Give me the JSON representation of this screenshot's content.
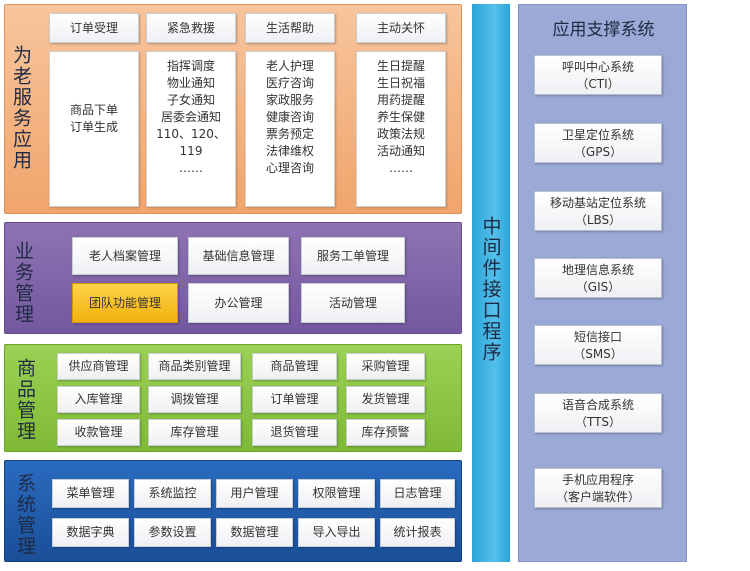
{
  "elderly_services": {
    "title": "为老服务应用",
    "columns": [
      {
        "header": "订单受理",
        "items": [
          "商品下单",
          "订单生成"
        ]
      },
      {
        "header": "紧急救援",
        "items": [
          "指挥调度",
          "物业通知",
          "子女通知",
          "居委会通知",
          "110、120、",
          "119",
          "……"
        ]
      },
      {
        "header": "生活帮助",
        "items": [
          "老人护理",
          "医疗咨询",
          "家政服务",
          "健康咨询",
          "票务预定",
          "法律维权",
          "心理咨询"
        ]
      },
      {
        "header": "主动关怀",
        "items": [
          "生日提醒",
          "生日祝福",
          "用药提醒",
          "养生保健",
          "政策法规",
          "活动通知",
          "……"
        ]
      }
    ]
  },
  "business": {
    "title": "业务管理",
    "rows": [
      [
        "老人档案管理",
        "基础信息管理",
        "服务工单管理"
      ],
      [
        "团队功能管理",
        "办公管理",
        "活动管理"
      ]
    ]
  },
  "goods": {
    "title": "商品管理",
    "rows": [
      [
        "供应商管理",
        "商品类别管理",
        "商品管理",
        "采购管理"
      ],
      [
        "入库管理",
        "调拨管理",
        "订单管理",
        "发货管理"
      ],
      [
        "收款管理",
        "库存管理",
        "退货管理",
        "库存预警"
      ]
    ]
  },
  "system": {
    "title": "系统管理",
    "rows": [
      [
        "菜单管理",
        "系统监控",
        "用户管理",
        "权限管理",
        "日志管理"
      ],
      [
        "数据字典",
        "参数设置",
        "数据管理",
        "导入导出",
        "统计报表"
      ]
    ]
  },
  "middleware": {
    "title": "中间件接口程序"
  },
  "support": {
    "title": "应用支撑系统",
    "items": [
      {
        "name": "呼叫中心系统",
        "code": "（CTI）"
      },
      {
        "name": "卫星定位系统",
        "code": "（GPS）"
      },
      {
        "name": "移动基站定位系统",
        "code": "（LBS）"
      },
      {
        "name": "地理信息系统",
        "code": "（GIS）"
      },
      {
        "name": "短信接口",
        "code": "（SMS）"
      },
      {
        "name": "语音合成系统",
        "code": "（TTS）"
      },
      {
        "name": "手机应用程序",
        "code": "（客户端软件）"
      }
    ]
  },
  "colors": {
    "orange": "#f4b483",
    "purple": "#8165a6",
    "green": "#8cc63f",
    "blue": "#1d5aa8",
    "cyan": "#39b0e2",
    "lavender": "#9aa9d6",
    "highlight": "#f7be22"
  }
}
